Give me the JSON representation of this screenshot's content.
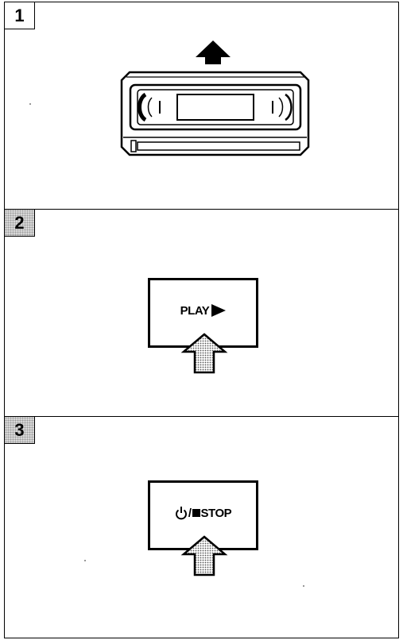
{
  "steps": [
    {
      "number": "1",
      "illustration": "video-cassette-insert"
    },
    {
      "number": "2",
      "button_label": "PLAY"
    },
    {
      "number": "3",
      "button_label": "STOP"
    }
  ],
  "icons": {
    "eject_arrow": "up-arrow-icon",
    "play": "play-triangle-icon",
    "power": "power-icon",
    "stop": "stop-square-icon",
    "press": "press-arrow-icon"
  },
  "colors": {
    "ink": "#000000",
    "shade": "#d8d8d8",
    "background": "#ffffff"
  }
}
